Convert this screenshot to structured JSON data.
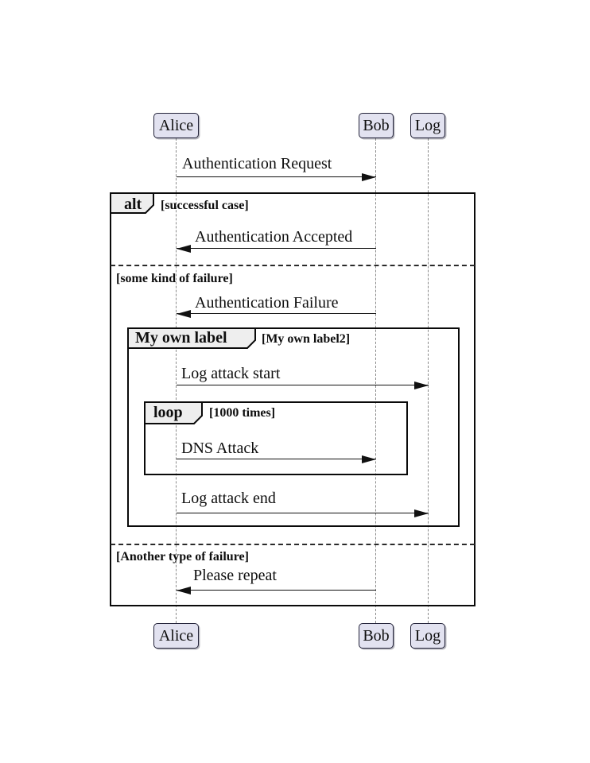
{
  "participants": [
    {
      "name": "Alice"
    },
    {
      "name": "Bob"
    },
    {
      "name": "Log"
    }
  ],
  "messages": [
    {
      "label": "Authentication Request",
      "from": "Alice",
      "to": "Bob"
    },
    {
      "label": "Authentication Accepted",
      "from": "Bob",
      "to": "Alice"
    },
    {
      "label": "Authentication Failure",
      "from": "Bob",
      "to": "Alice"
    },
    {
      "label": "Log attack start",
      "from": "Alice",
      "to": "Log"
    },
    {
      "label": "DNS Attack",
      "from": "Alice",
      "to": "Bob"
    },
    {
      "label": "Log attack end",
      "from": "Alice",
      "to": "Log"
    },
    {
      "label": "Please repeat",
      "from": "Bob",
      "to": "Alice"
    }
  ],
  "frames": {
    "alt": {
      "title": "alt",
      "guard": "[successful case]"
    },
    "else1": {
      "guard": "[some kind of failure]"
    },
    "custom": {
      "title": "My own label",
      "guard": "[My own label2]"
    },
    "loop": {
      "title": "loop",
      "guard": "[1000 times]"
    },
    "else2": {
      "guard": "[Another type of failure]"
    }
  },
  "colors": {
    "participant_fill": "#E2E2F0",
    "participant_border": "#23233A",
    "frame_label_fill": "#EEEEEE",
    "frame_border": "#0A0A0A",
    "lifeline": "#8A8A8A",
    "text": "#0E0E0E",
    "background": "#FFFFFF"
  }
}
